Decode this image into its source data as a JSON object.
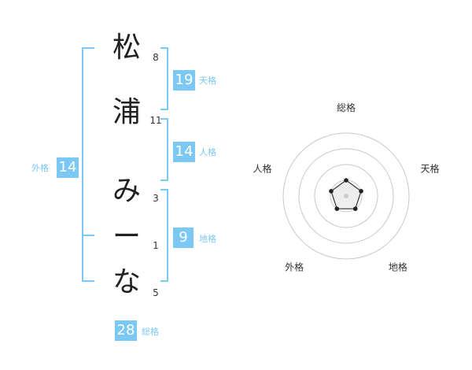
{
  "name_chars": [
    {
      "char": "松",
      "strokes": "8"
    },
    {
      "char": "浦",
      "strokes": "11"
    },
    {
      "char": "み",
      "strokes": "3"
    },
    {
      "char": "ー",
      "strokes": "1"
    },
    {
      "char": "な",
      "strokes": "5"
    }
  ],
  "fortunes": {
    "tenkaku": {
      "value": "19",
      "label": "天格"
    },
    "jinkaku": {
      "value": "14",
      "label": "人格"
    },
    "chikaku": {
      "value": "9",
      "label": "地格"
    },
    "gaikaku": {
      "value": "14",
      "label": "外格"
    },
    "soukaku": {
      "value": "28",
      "label": "総格"
    }
  },
  "colors": {
    "accent": "#7cc8f5",
    "text": "#222222"
  },
  "chart_data": {
    "type": "radar",
    "axes": [
      "総格",
      "天格",
      "地格",
      "外格",
      "人格"
    ],
    "values": [
      1,
      1,
      1,
      1,
      1
    ],
    "rings": 4,
    "max": 4
  }
}
